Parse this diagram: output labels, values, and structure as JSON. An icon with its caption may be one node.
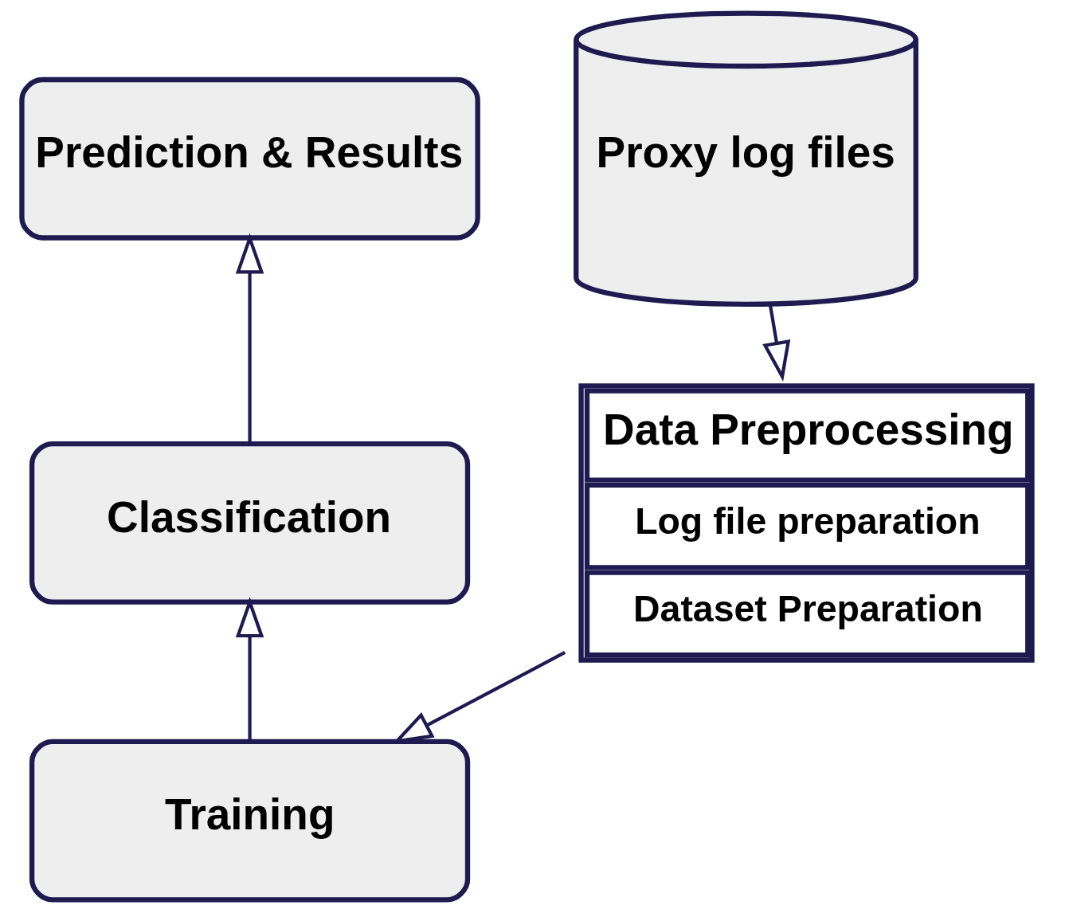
{
  "diagram": {
    "nodes": [
      {
        "text": [
          "Prediction & Results"
        ]
      },
      {
        "text": [
          "Proxy log files"
        ]
      },
      {
        "text": [
          "Classification"
        ]
      },
      {
        "text": [
          "Data Preprocessing",
          "Log file preparation",
          "Dataset Preparation"
        ]
      },
      {
        "text": [
          "Training"
        ]
      }
    ],
    "edges": [
      {
        "from": 1,
        "to": 3,
        "arrow": "to"
      },
      {
        "from": 3,
        "to": 4,
        "arrow": "to"
      },
      {
        "from": 4,
        "to": 2,
        "arrow": "to"
      },
      {
        "from": 2,
        "to": 0,
        "arrow": "to"
      }
    ]
  }
}
